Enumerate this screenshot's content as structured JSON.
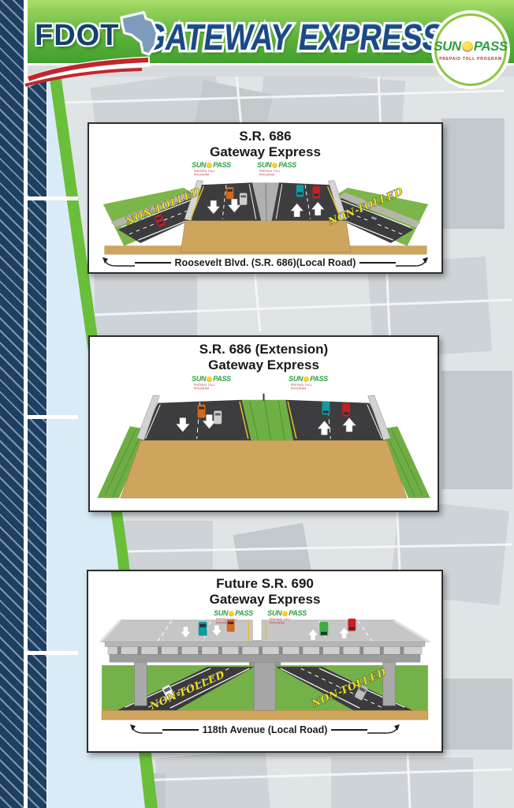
{
  "header": {
    "fdot_logo": "FDOT",
    "title": "GATEWAY EXPRESS",
    "sunpass": {
      "sun": "SUN",
      "pass": "PASS",
      "tagline": "PREPAID TOLL PROGRAM"
    }
  },
  "panels": [
    {
      "title_line1": "S.R. 686",
      "title_line2": "Gateway Express",
      "label_left": "NON-TOLLED",
      "label_right": "NON-TOLLED",
      "caption": "Roosevelt Blvd. (S.R. 686)(Local Road)"
    },
    {
      "title_line1": "S.R. 686 (Extension)",
      "title_line2": "Gateway Express"
    },
    {
      "title_line1": "Future S.R. 690",
      "title_line2": "Gateway Express",
      "label_left": "NON-TOLLED",
      "label_right": "NON-TOLLED",
      "caption": "118th Avenue (Local Road)"
    }
  ],
  "colors": {
    "header_green": "#5cb23a",
    "title_navy": "#1b4a85",
    "sunpass_green": "#2f9e41",
    "sun_yellow": "#ffd41e",
    "tagline_red": "#c0272d",
    "non_tolled_yellow": "#f4e019",
    "stripe_navy": "#1d3f61",
    "divider_green": "#6abf3a"
  }
}
